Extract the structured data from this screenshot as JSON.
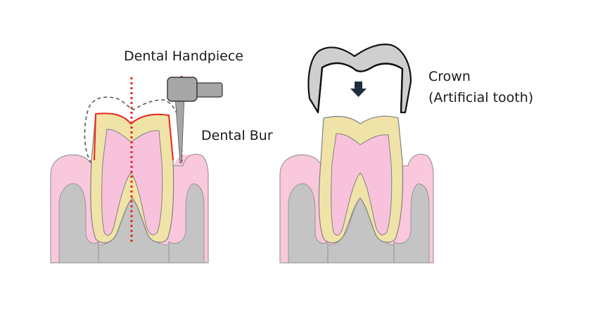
{
  "labels": {
    "dental_handpiece": "Dental Handpiece",
    "dental_bur": "Dental Bur",
    "crown": "Crown",
    "crown_sub": "(Artificial tooth)"
  },
  "colors": {
    "gum": "#f9c8dc",
    "gum_stroke": "#808080",
    "bone": "#c4c4c4",
    "dentin": "#f0e3a8",
    "pulp": "#f8c2dc",
    "crown_metal": "#cfcfcf",
    "red_cut": "#e8261c",
    "guide_line": "#e8261c",
    "handpiece": "#a6a6a6"
  },
  "icons": {
    "handpiece": "dental-handpiece-icon",
    "arrow": "arrow-down-icon"
  }
}
